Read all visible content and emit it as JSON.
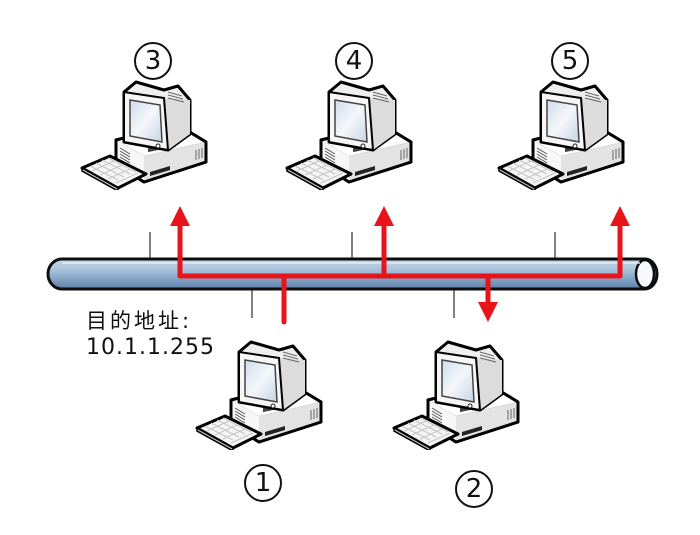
{
  "diagram": {
    "title": "Broadcast on shared bus network",
    "destination_label": "目的地址:",
    "destination_address": "10.1.1.255",
    "colors": {
      "bus_fill": "#a9c3dc",
      "bus_stroke": "#0d0d0d",
      "signal": "#e8141c",
      "drop_line": "#555555"
    },
    "nodes": [
      {
        "id": "node-1",
        "label": "①",
        "role": "sender",
        "side": "below"
      },
      {
        "id": "node-2",
        "label": "②",
        "role": "receiver",
        "side": "below"
      },
      {
        "id": "node-3",
        "label": "③",
        "role": "receiver",
        "side": "above"
      },
      {
        "id": "node-4",
        "label": "④",
        "role": "receiver",
        "side": "above"
      },
      {
        "id": "node-5",
        "label": "⑤",
        "role": "receiver",
        "side": "above"
      }
    ],
    "signal_flow": "node-1 → bus → nodes 2, 3, 4, 5"
  }
}
